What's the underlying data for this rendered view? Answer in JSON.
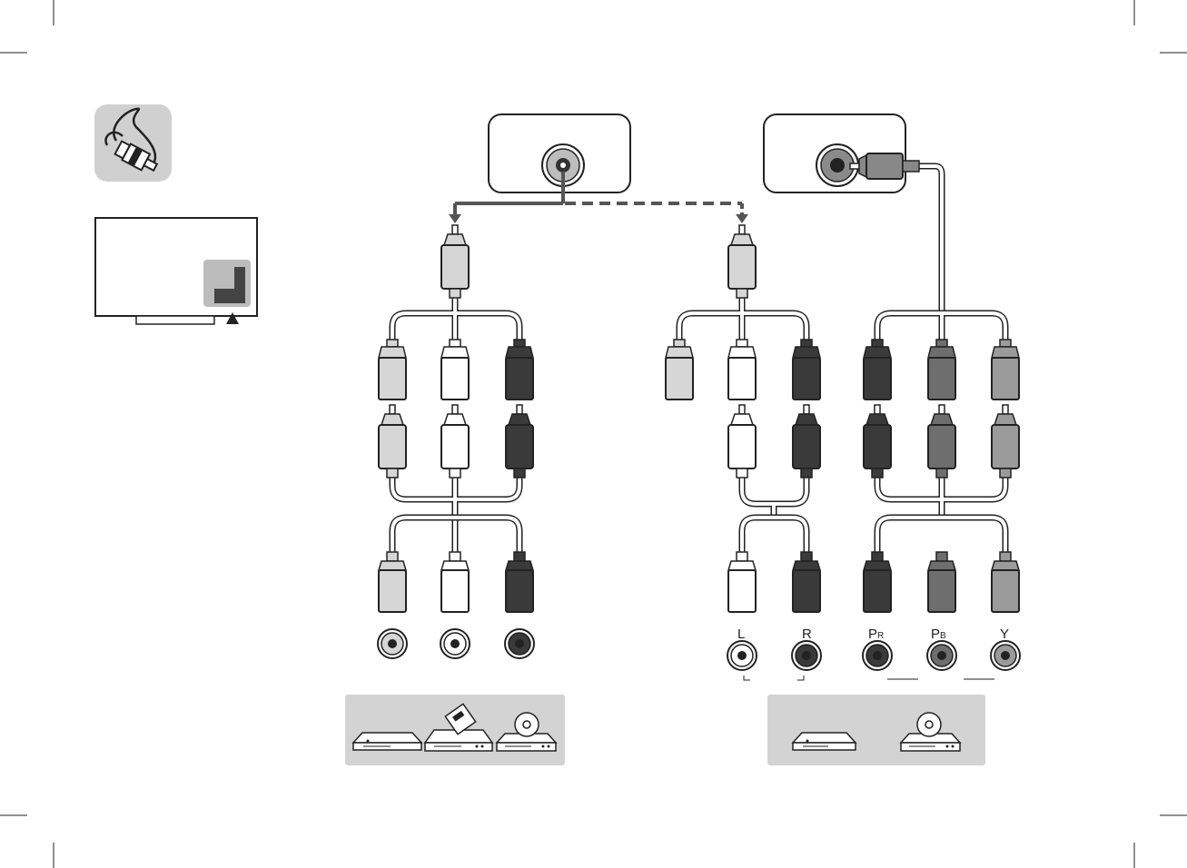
{
  "colors": {
    "line": "#222222",
    "cable_gray": "#555555",
    "plug_light_gray": "#d6d6d6",
    "plug_white": "#ffffff",
    "plug_black": "#3a3a3a",
    "plug_mid_gray": "#6e6e6e",
    "plug_gray": "#9b9b9b",
    "panel_gray": "#d3d3d3",
    "icon_bg": "#d0d0d0"
  },
  "icons": {
    "cable_icon": "rca-cable-icon",
    "tv_icon": "tv-rear-panel-icon",
    "tv_pointer": "up-triangle-icon"
  },
  "component_labels": {
    "audio_left": "L",
    "audio_right": "R",
    "pr_main": "P",
    "pr_sub": "R",
    "pb_main": "P",
    "pb_sub": "B",
    "y": "Y"
  },
  "devices_left": [
    "dvd-player-icon",
    "vcr-icon",
    "disc-player-icon"
  ],
  "devices_right": [
    "dvd-player-icon",
    "disc-player-icon"
  ],
  "plug_colors": {
    "av_left": [
      "light-gray",
      "white",
      "black"
    ],
    "av_right": [
      "light-gray",
      "white",
      "black"
    ],
    "component": [
      "black",
      "mid-gray",
      "gray"
    ]
  }
}
